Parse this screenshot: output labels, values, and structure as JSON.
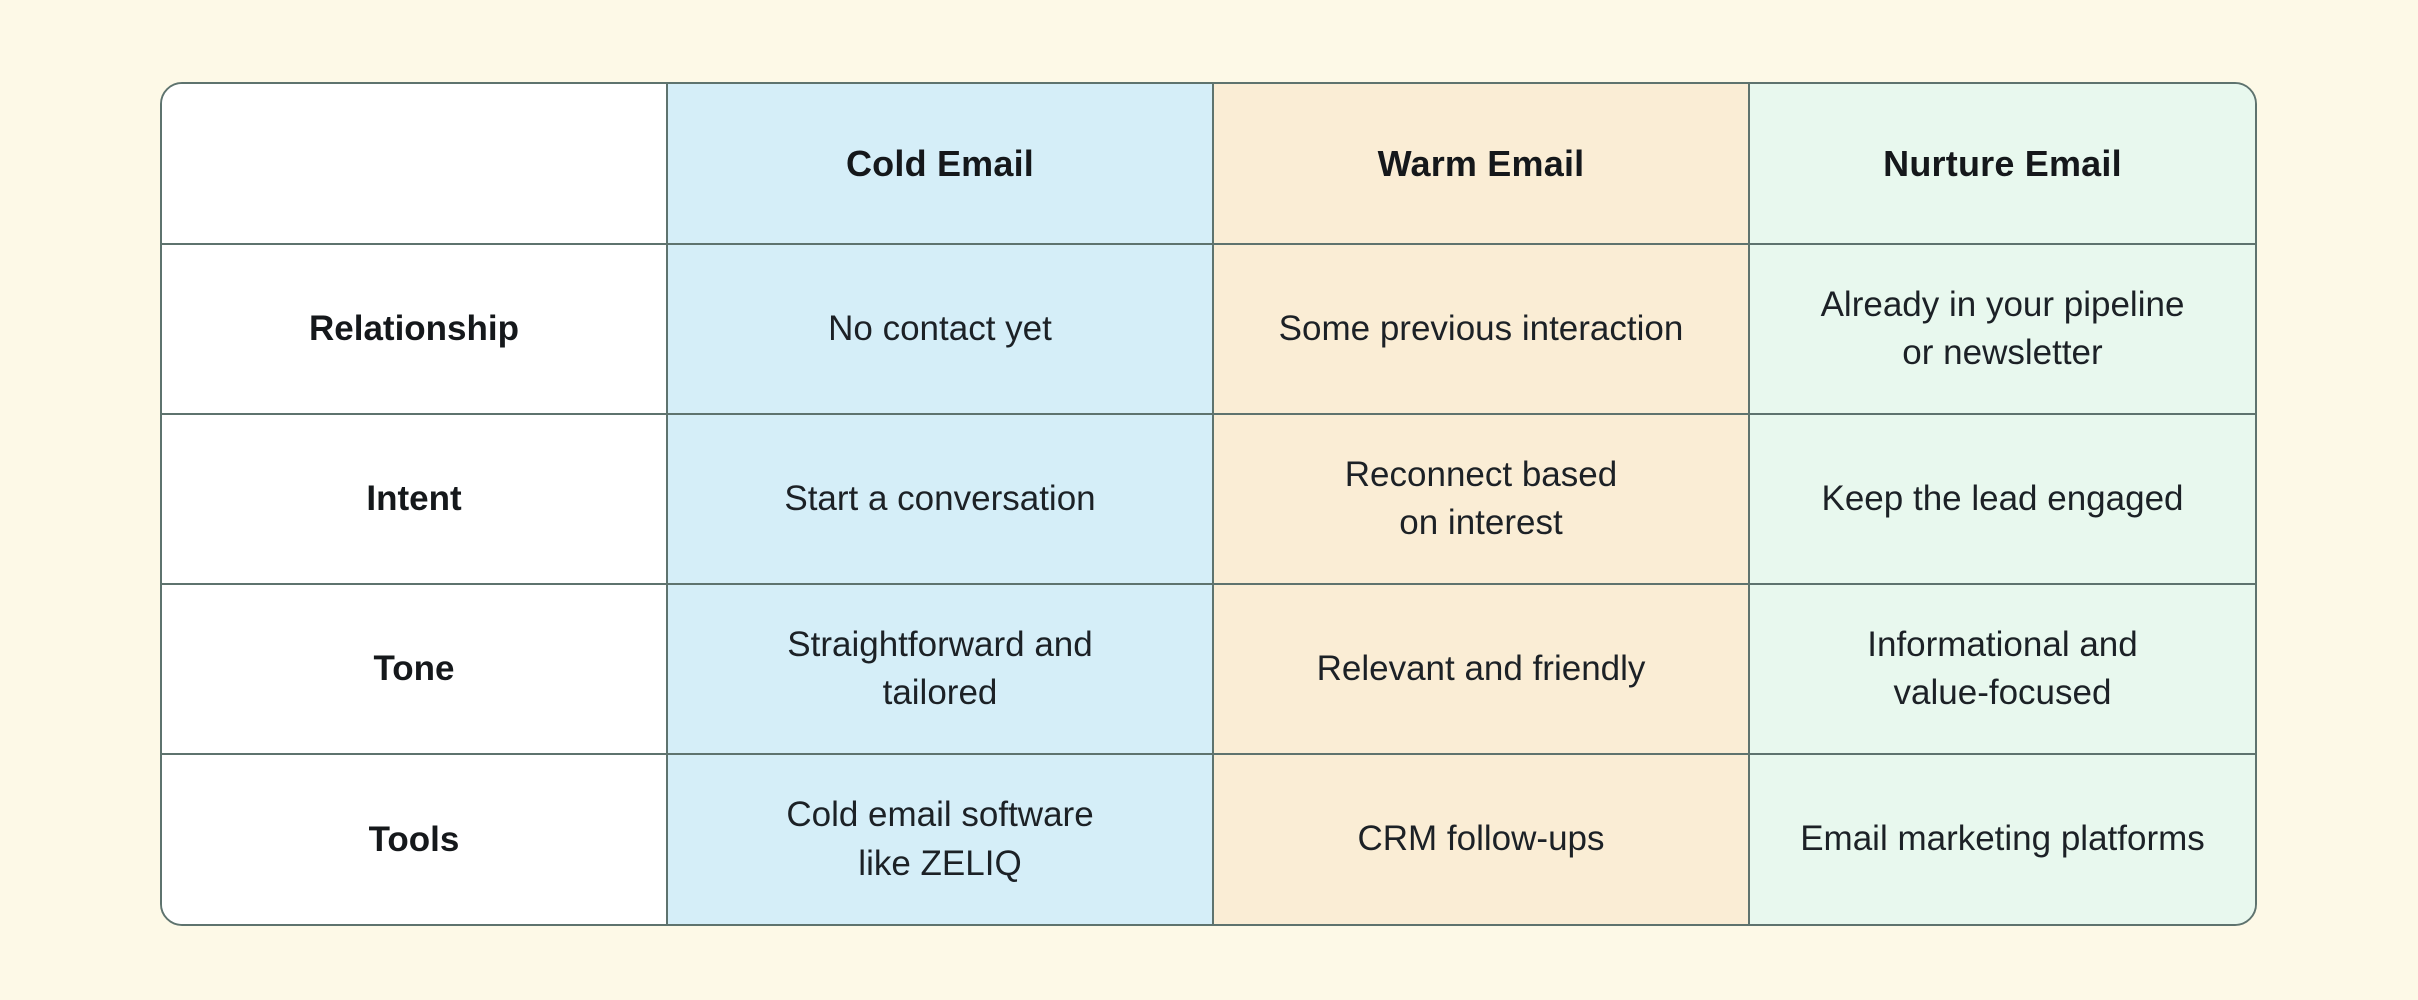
{
  "page": {
    "background_color": "#FDF9E7",
    "table_border_color": "#5E736E"
  },
  "table": {
    "columns": [
      {
        "id": "feature",
        "label": "",
        "bg": "#FFFFFF"
      },
      {
        "id": "cold",
        "label": "Cold Email",
        "bg": "#D5EEF8"
      },
      {
        "id": "warm",
        "label": "Warm Email",
        "bg": "#FAEDD5"
      },
      {
        "id": "nurture",
        "label": "Nurture Email",
        "bg": "#E8F8EE"
      }
    ],
    "rows": [
      {
        "label": "Relationship",
        "cold": "No contact yet",
        "warm": "Some previous interaction",
        "nurture": "Already in your pipeline\nor newsletter"
      },
      {
        "label": "Intent",
        "cold": "Start a conversation",
        "warm": "Reconnect based\non interest",
        "nurture": "Keep the lead engaged"
      },
      {
        "label": "Tone",
        "cold": "Straightforward and\ntailored",
        "warm": "Relevant and friendly",
        "nurture": "Informational and\nvalue-focused"
      },
      {
        "label": "Tools",
        "cold": "Cold email software\nlike ZELIQ",
        "warm": "CRM follow-ups",
        "nurture": "Email marketing platforms"
      }
    ]
  },
  "chart_data": {
    "type": "table",
    "title": "",
    "columns": [
      "",
      "Cold Email",
      "Warm Email",
      "Nurture Email"
    ],
    "rows": [
      [
        "Relationship",
        "No contact yet",
        "Some previous interaction",
        "Already in your pipeline or newsletter"
      ],
      [
        "Intent",
        "Start a conversation",
        "Reconnect based on interest",
        "Keep the lead engaged"
      ],
      [
        "Tone",
        "Straightforward and tailored",
        "Relevant and friendly",
        "Informational and value-focused"
      ],
      [
        "Tools",
        "Cold email software like ZELIQ",
        "CRM follow-ups",
        "Email marketing platforms"
      ]
    ],
    "column_colors": [
      "#FFFFFF",
      "#D5EEF8",
      "#FAEDD5",
      "#E8F8EE"
    ],
    "layout": {
      "header_row": true,
      "grid": true,
      "border_color": "#5E736E",
      "background": "#FDF9E7"
    }
  }
}
